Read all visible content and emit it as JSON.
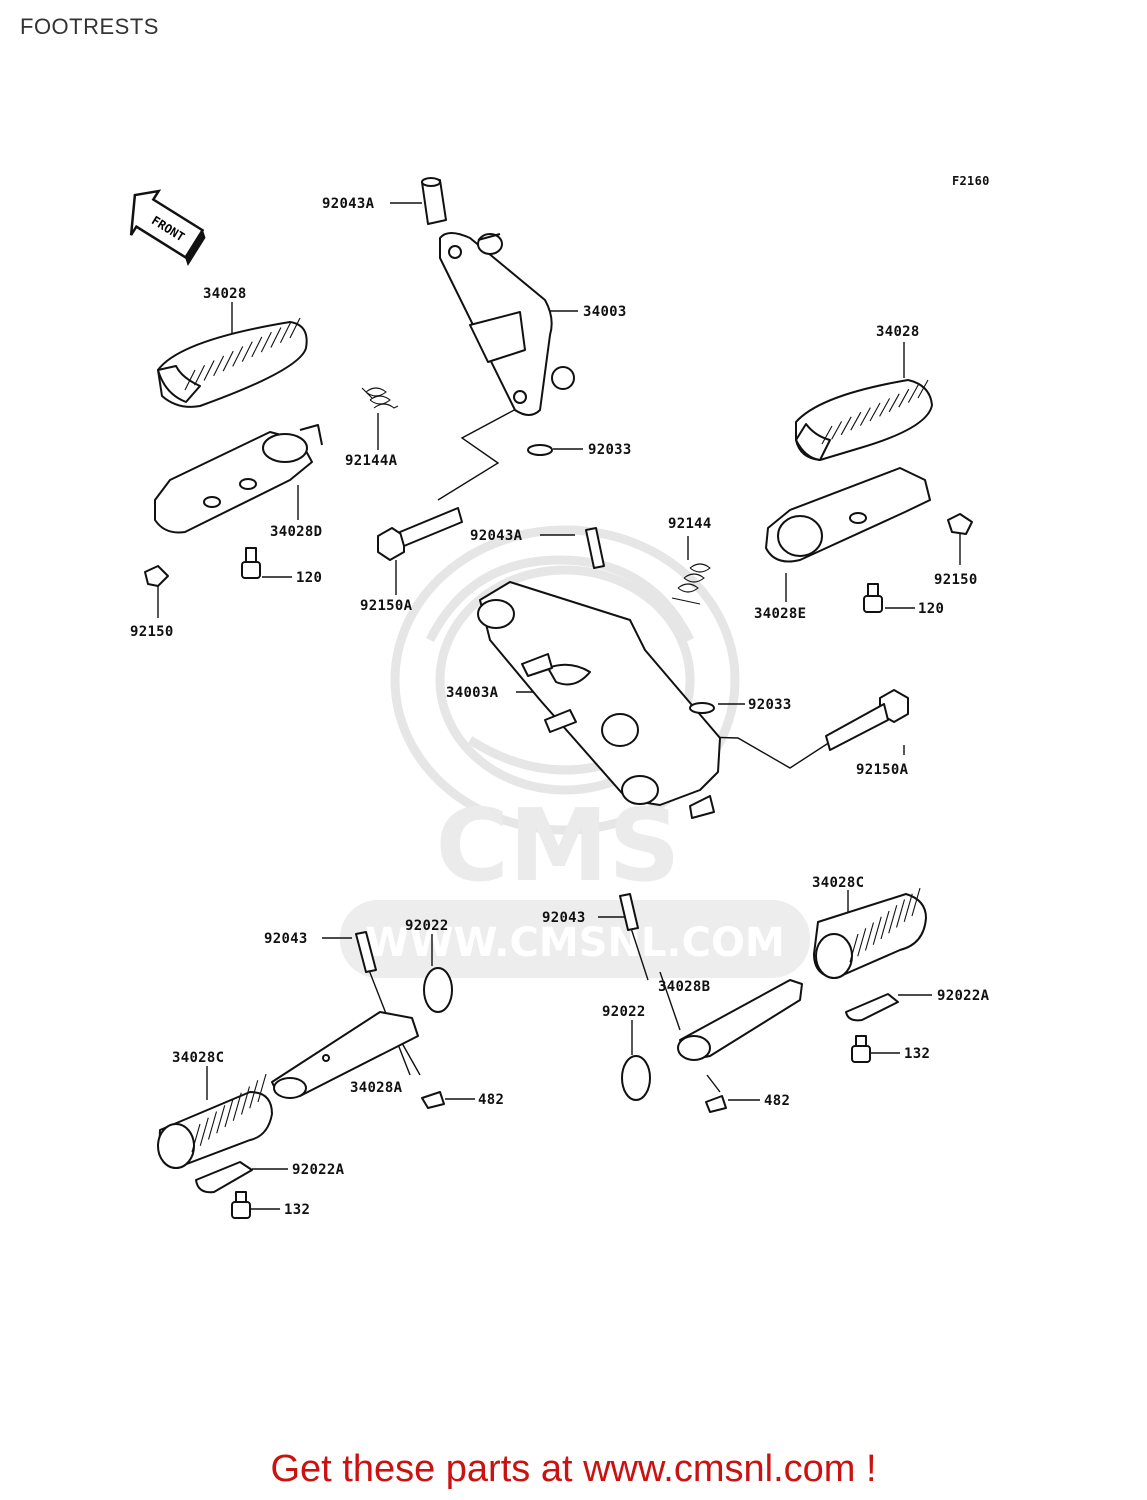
{
  "page": {
    "title": "FOOTRESTS"
  },
  "diagram": {
    "figure_code": "F2160",
    "front_marker": "FRONT",
    "watermark": {
      "brand": "CMS",
      "url": "WWW.CMSNL.COM"
    },
    "callouts": [
      "92043A",
      "34003",
      "34028",
      "92144A",
      "92033",
      "34028D",
      "120",
      "92150A",
      "92150",
      "92043A",
      "92144",
      "34028",
      "92150",
      "34028E",
      "120",
      "34003A",
      "92033",
      "92150A",
      "34028C",
      "92043",
      "92022",
      "92043",
      "34028B",
      "92022A",
      "92022",
      "132",
      "34028C",
      "34028A",
      "482",
      "482",
      "92022A",
      "132"
    ]
  },
  "promo": {
    "text": "Get these parts at www.cmsnl.com !"
  }
}
